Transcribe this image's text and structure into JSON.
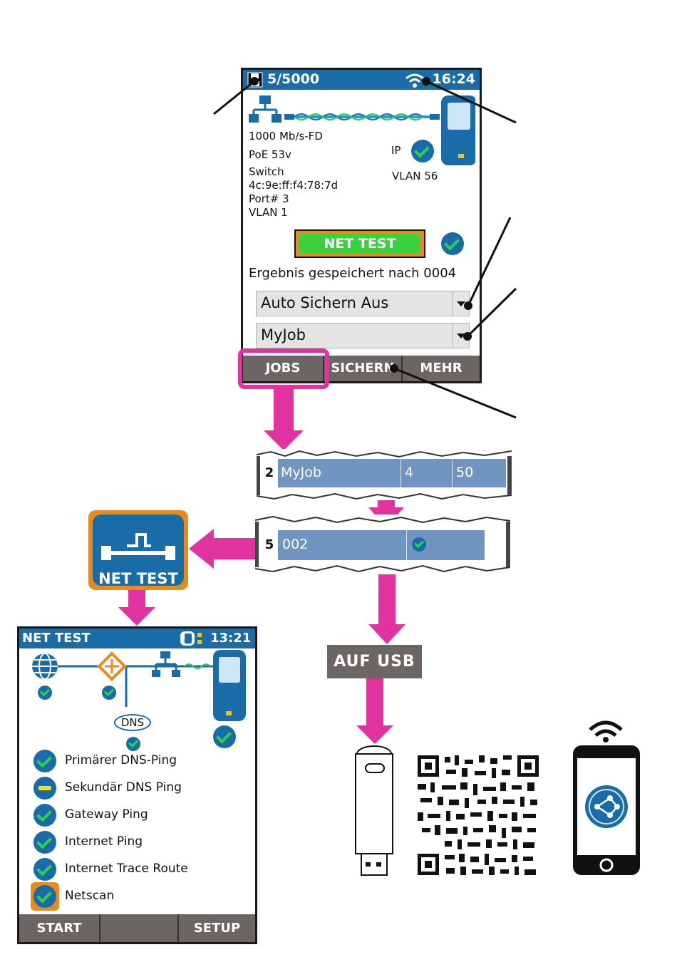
{
  "device": {
    "status_bar": {
      "count": "5/5000",
      "time": "16:24"
    },
    "link": {
      "speed": "1000 Mb/s-FD",
      "poe": "PoE 53v",
      "switch_label": "Switch",
      "mac": "4c:9e:ff:f4:78:7d",
      "port": "Port# 3",
      "vlan": "VLAN 1"
    },
    "ip_label": "IP",
    "ip_vlan": "VLAN 56",
    "net_test_button": "NET TEST",
    "result_text": "Ergebnis gespeichert nach 0004",
    "autosave_select": "Auto Sichern Aus",
    "job_select": "MyJob",
    "softkeys": [
      "JOBS",
      "SICHERN",
      "MEHR"
    ]
  },
  "jobs_list_row": {
    "num": "2",
    "name": "MyJob",
    "col2": "4",
    "col3": "50"
  },
  "tests_list_row": {
    "num": "5",
    "name": "002"
  },
  "app_icon": {
    "label": "NET TEST"
  },
  "net_test_device": {
    "status_bar": {
      "title": "NET TEST",
      "time": "13:21"
    },
    "dns_label": "DNS",
    "tests": [
      {
        "label": "Primärer DNS-Ping",
        "status": "pass"
      },
      {
        "label": "Sekundär DNS Ping",
        "status": "warning"
      },
      {
        "label": "Gateway Ping",
        "status": "pass"
      },
      {
        "label": "Internet Ping",
        "status": "pass"
      },
      {
        "label": "Internet Trace Route",
        "status": "pass"
      },
      {
        "label": "Netscan",
        "status": "pass-highlighted"
      }
    ],
    "softkeys": [
      "START",
      "",
      "SETUP"
    ]
  },
  "auf_usb_label": "AUF USB",
  "colors": {
    "accent_blue": "#1a6ca8",
    "highlight_magenta": "#e0339f",
    "softkey_gray": "#6b6563",
    "pass_green": "#2fd14a",
    "orange": "#e98a1c"
  }
}
